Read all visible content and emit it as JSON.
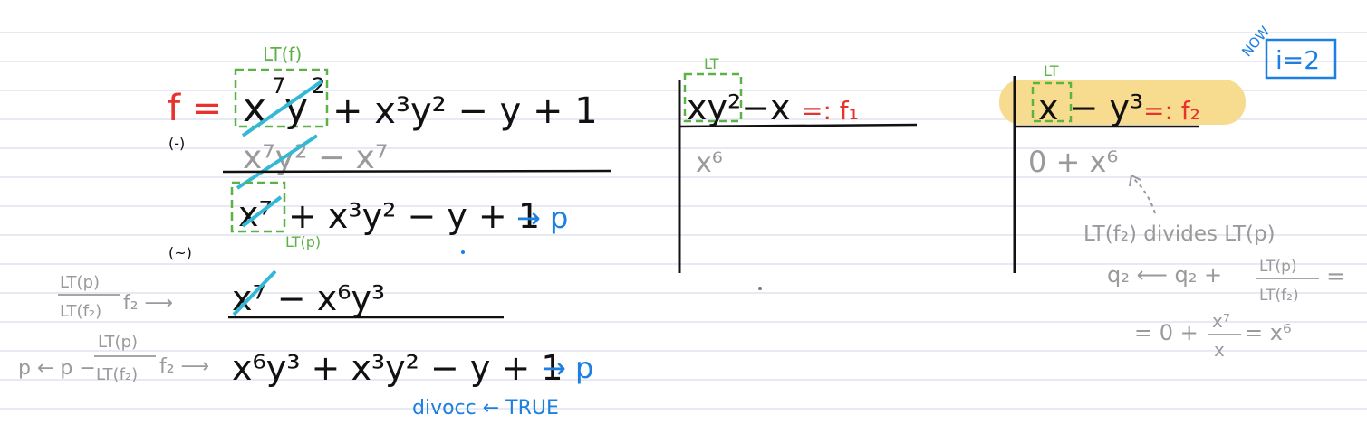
{
  "colors": {
    "ruled_line": "#cfd6e6",
    "ink": "#111111",
    "red": "#e8322d",
    "blue": "#1d7fe0",
    "green": "#5cb247",
    "grey": "#9a9a9a",
    "cyan": "#33b8d6",
    "highlight": "#f7dc8f"
  },
  "labels": {
    "lt_f": "LT(f)",
    "lt_p": "LT(p)",
    "lt_small_1": "LT",
    "lt_small_2": "LT",
    "minus_1": "(-)",
    "minus_2": "(~)",
    "now": "NOW",
    "i_box": "i=2",
    "divocc": "divocc ← TRUE",
    "assign_f1": "=: f₁",
    "assign_f2": "=: f₂",
    "arrow_p1": "→ p",
    "arrow_p2": "→ p"
  },
  "left": {
    "f_eq": "f =",
    "f_rest": "+ x³y² − y + 1",
    "f_lt_x": "x",
    "f_lt_exp": "7",
    "f_lt_y": "y",
    "f_lt_yexp": "2",
    "sub_row": "x⁷y² − x⁷",
    "p_row_lt": "x⁷",
    "p_row_rest": "+ x³y² − y + 1",
    "sub2_row": "x⁷ − x⁶y³",
    "p2_row": "x⁶y³ + x³y² − y + 1",
    "note_a_num": "LT(p)",
    "note_a_den": "LT(f₂)",
    "note_a_tail": "f₂ ⟶",
    "note_b_head": "p ← p −",
    "note_b_num": "LT(p)",
    "note_b_den": "LT(f₂)",
    "note_b_tail": "f₂ ⟶"
  },
  "middle": {
    "divisor": "xy²−x",
    "quotient": "x⁶"
  },
  "right": {
    "divisor": "x − y³",
    "quotient": "0 + x⁶",
    "note1": "LT(f₂) divides LT(p)",
    "note2_head": "q₂ ⟵ q₂ +",
    "note2_num": "LT(p)",
    "note2_den": "LT(f₂)",
    "note2_tail": "=",
    "note3_head": "= 0 +",
    "note3_num": "x⁷",
    "note3_den": "x",
    "note3_tail": "= x⁶"
  }
}
